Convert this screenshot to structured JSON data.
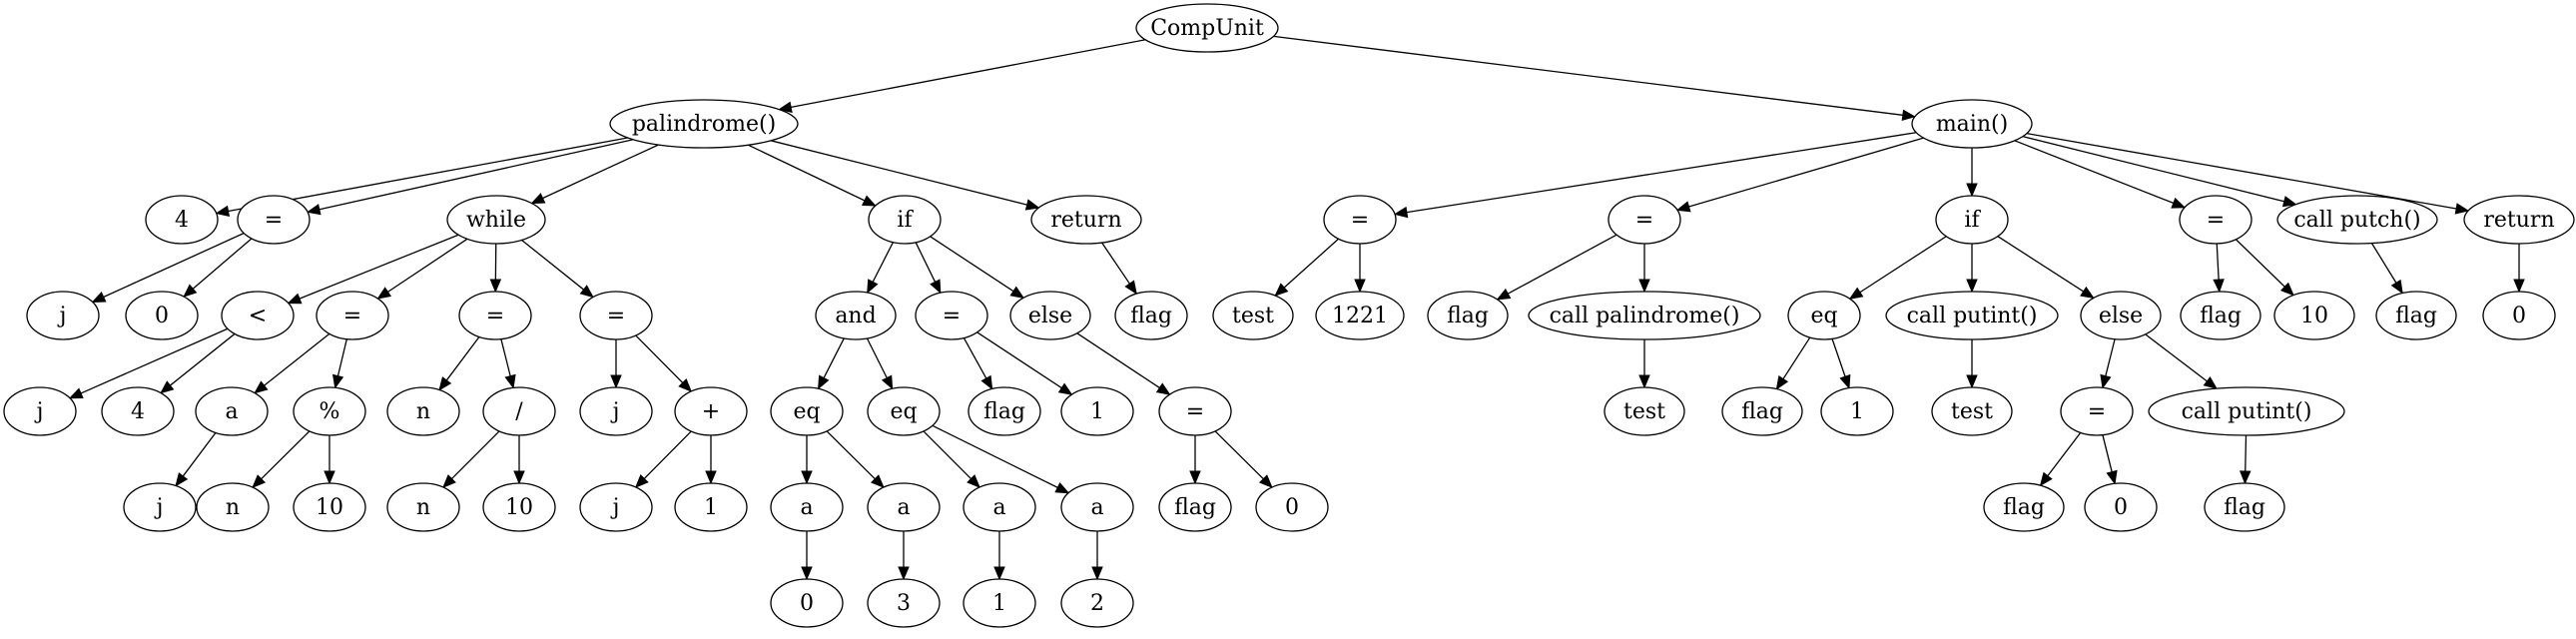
{
  "title": "",
  "nodes": [
    {
      "id": "n0",
      "label": "CompUnit"
    },
    {
      "id": "n1",
      "label": "palindrome()"
    },
    {
      "id": "n2",
      "label": "main()"
    },
    {
      "id": "n3",
      "label": "4"
    },
    {
      "id": "n4",
      "label": "="
    },
    {
      "id": "n5",
      "label": "while"
    },
    {
      "id": "n6",
      "label": "if"
    },
    {
      "id": "n7",
      "label": "return"
    },
    {
      "id": "n8",
      "label": "j"
    },
    {
      "id": "n9",
      "label": "0"
    },
    {
      "id": "n10",
      "label": "<"
    },
    {
      "id": "n11",
      "label": "="
    },
    {
      "id": "n12",
      "label": "="
    },
    {
      "id": "n13",
      "label": "="
    },
    {
      "id": "n14",
      "label": "j"
    },
    {
      "id": "n15",
      "label": "4"
    },
    {
      "id": "n16",
      "label": "a"
    },
    {
      "id": "n17",
      "label": "%"
    },
    {
      "id": "n18",
      "label": "j"
    },
    {
      "id": "n19",
      "label": "n"
    },
    {
      "id": "n20",
      "label": "10"
    },
    {
      "id": "n21",
      "label": "n"
    },
    {
      "id": "n22",
      "label": "/"
    },
    {
      "id": "n23",
      "label": "n"
    },
    {
      "id": "n24",
      "label": "10"
    },
    {
      "id": "n25",
      "label": "j"
    },
    {
      "id": "n26",
      "label": "+"
    },
    {
      "id": "n27",
      "label": "j"
    },
    {
      "id": "n28",
      "label": "1"
    },
    {
      "id": "n29",
      "label": "and"
    },
    {
      "id": "n30",
      "label": "="
    },
    {
      "id": "n31",
      "label": "else"
    },
    {
      "id": "n32",
      "label": "eq"
    },
    {
      "id": "n33",
      "label": "eq"
    },
    {
      "id": "n34",
      "label": "a"
    },
    {
      "id": "n35",
      "label": "a"
    },
    {
      "id": "n36",
      "label": "a"
    },
    {
      "id": "n37",
      "label": "a"
    },
    {
      "id": "n38",
      "label": "0"
    },
    {
      "id": "n39",
      "label": "3"
    },
    {
      "id": "n40",
      "label": "1"
    },
    {
      "id": "n41",
      "label": "2"
    },
    {
      "id": "n42",
      "label": "flag"
    },
    {
      "id": "n43",
      "label": "1"
    },
    {
      "id": "n44",
      "label": "="
    },
    {
      "id": "n45",
      "label": "flag"
    },
    {
      "id": "n46",
      "label": "0"
    },
    {
      "id": "n47",
      "label": "flag"
    },
    {
      "id": "n48",
      "label": "="
    },
    {
      "id": "n49",
      "label": "="
    },
    {
      "id": "n50",
      "label": "if"
    },
    {
      "id": "n51",
      "label": "="
    },
    {
      "id": "n52",
      "label": "call putch()"
    },
    {
      "id": "n53",
      "label": "return"
    },
    {
      "id": "n54",
      "label": "test"
    },
    {
      "id": "n55",
      "label": "1221"
    },
    {
      "id": "n56",
      "label": "flag"
    },
    {
      "id": "n57",
      "label": "call palindrome()"
    },
    {
      "id": "n58",
      "label": "test"
    },
    {
      "id": "n59",
      "label": "eq"
    },
    {
      "id": "n60",
      "label": "call putint()"
    },
    {
      "id": "n61",
      "label": "else"
    },
    {
      "id": "n62",
      "label": "flag"
    },
    {
      "id": "n63",
      "label": "1"
    },
    {
      "id": "n64",
      "label": "test"
    },
    {
      "id": "n65",
      "label": "="
    },
    {
      "id": "n66",
      "label": "call putint()"
    },
    {
      "id": "n67",
      "label": "flag"
    },
    {
      "id": "n68",
      "label": "0"
    },
    {
      "id": "n69",
      "label": "flag"
    },
    {
      "id": "n70",
      "label": "flag"
    },
    {
      "id": "n71",
      "label": "10"
    },
    {
      "id": "n72",
      "label": "flag"
    },
    {
      "id": "n73",
      "label": "0"
    }
  ],
  "edges": [
    [
      "n0",
      "n1"
    ],
    [
      "n0",
      "n2"
    ],
    [
      "n1",
      "n3"
    ],
    [
      "n1",
      "n4"
    ],
    [
      "n1",
      "n5"
    ],
    [
      "n1",
      "n6"
    ],
    [
      "n1",
      "n7"
    ],
    [
      "n4",
      "n8"
    ],
    [
      "n4",
      "n9"
    ],
    [
      "n5",
      "n10"
    ],
    [
      "n5",
      "n11"
    ],
    [
      "n5",
      "n12"
    ],
    [
      "n5",
      "n13"
    ],
    [
      "n10",
      "n14"
    ],
    [
      "n10",
      "n15"
    ],
    [
      "n11",
      "n16"
    ],
    [
      "n11",
      "n17"
    ],
    [
      "n16",
      "n18"
    ],
    [
      "n17",
      "n19"
    ],
    [
      "n17",
      "n20"
    ],
    [
      "n12",
      "n21"
    ],
    [
      "n12",
      "n22"
    ],
    [
      "n22",
      "n23"
    ],
    [
      "n22",
      "n24"
    ],
    [
      "n13",
      "n25"
    ],
    [
      "n13",
      "n26"
    ],
    [
      "n26",
      "n27"
    ],
    [
      "n26",
      "n28"
    ],
    [
      "n6",
      "n29"
    ],
    [
      "n6",
      "n30"
    ],
    [
      "n6",
      "n31"
    ],
    [
      "n29",
      "n32"
    ],
    [
      "n29",
      "n33"
    ],
    [
      "n32",
      "n34"
    ],
    [
      "n32",
      "n35"
    ],
    [
      "n33",
      "n36"
    ],
    [
      "n33",
      "n37"
    ],
    [
      "n34",
      "n38"
    ],
    [
      "n35",
      "n39"
    ],
    [
      "n36",
      "n40"
    ],
    [
      "n37",
      "n41"
    ],
    [
      "n30",
      "n42"
    ],
    [
      "n30",
      "n43"
    ],
    [
      "n31",
      "n44"
    ],
    [
      "n44",
      "n45"
    ],
    [
      "n44",
      "n46"
    ],
    [
      "n7",
      "n47"
    ],
    [
      "n2",
      "n48"
    ],
    [
      "n2",
      "n49"
    ],
    [
      "n2",
      "n50"
    ],
    [
      "n2",
      "n51"
    ],
    [
      "n2",
      "n52"
    ],
    [
      "n2",
      "n53"
    ],
    [
      "n48",
      "n54"
    ],
    [
      "n48",
      "n55"
    ],
    [
      "n49",
      "n56"
    ],
    [
      "n49",
      "n57"
    ],
    [
      "n57",
      "n58"
    ],
    [
      "n50",
      "n59"
    ],
    [
      "n50",
      "n60"
    ],
    [
      "n50",
      "n61"
    ],
    [
      "n59",
      "n62"
    ],
    [
      "n59",
      "n63"
    ],
    [
      "n60",
      "n64"
    ],
    [
      "n61",
      "n65"
    ],
    [
      "n61",
      "n66"
    ],
    [
      "n65",
      "n67"
    ],
    [
      "n65",
      "n68"
    ],
    [
      "n66",
      "n69"
    ],
    [
      "n51",
      "n70"
    ],
    [
      "n51",
      "n71"
    ],
    [
      "n52",
      "n72"
    ],
    [
      "n53",
      "n73"
    ]
  ]
}
